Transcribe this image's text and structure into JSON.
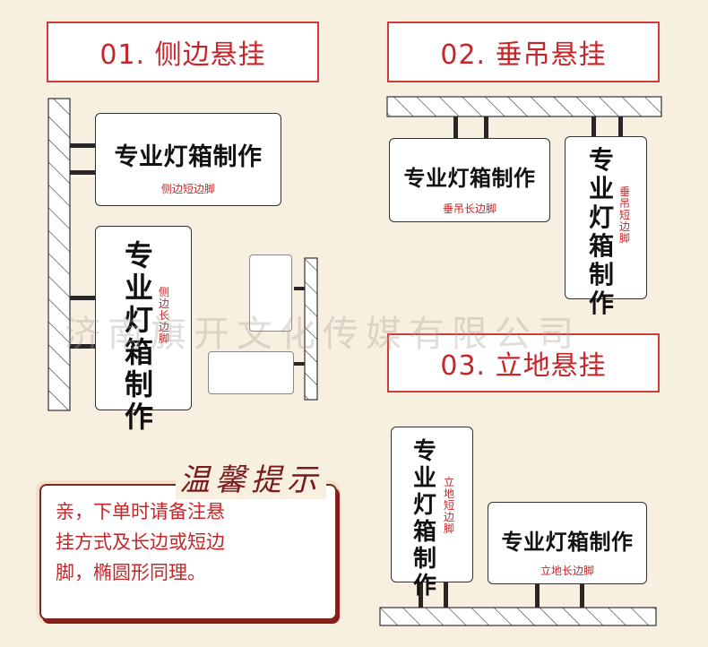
{
  "sections": [
    {
      "title": "01. 侧边悬挂"
    },
    {
      "title": "02. 垂吊悬挂"
    },
    {
      "title": "03. 立地悬挂"
    }
  ],
  "sign_text": "专业灯箱制作",
  "sign_text_v": [
    "专",
    "业",
    "灯",
    "箱",
    "制",
    "作"
  ],
  "labels": {
    "side_short": "侧边短边脚",
    "side_long_v": [
      "侧",
      "边",
      "长",
      "边",
      "脚"
    ],
    "hang_long": "垂吊长边脚",
    "hang_short_v": [
      "垂",
      "吊",
      "短",
      "边",
      "脚"
    ],
    "ground_short_v": [
      "立",
      "地",
      "短",
      "边",
      "脚"
    ],
    "ground_long": "立地长边脚"
  },
  "watermark": "济南旗开文化传媒有限公司",
  "tip": {
    "title": "温馨提示",
    "lines": [
      "亲，下单时请备注悬",
      "挂方式及长边或短边",
      "脚，椭圆形同理。"
    ]
  },
  "colors": {
    "accent": "#c5262a",
    "background": "#f7efe0",
    "frame": "#2b2626"
  }
}
